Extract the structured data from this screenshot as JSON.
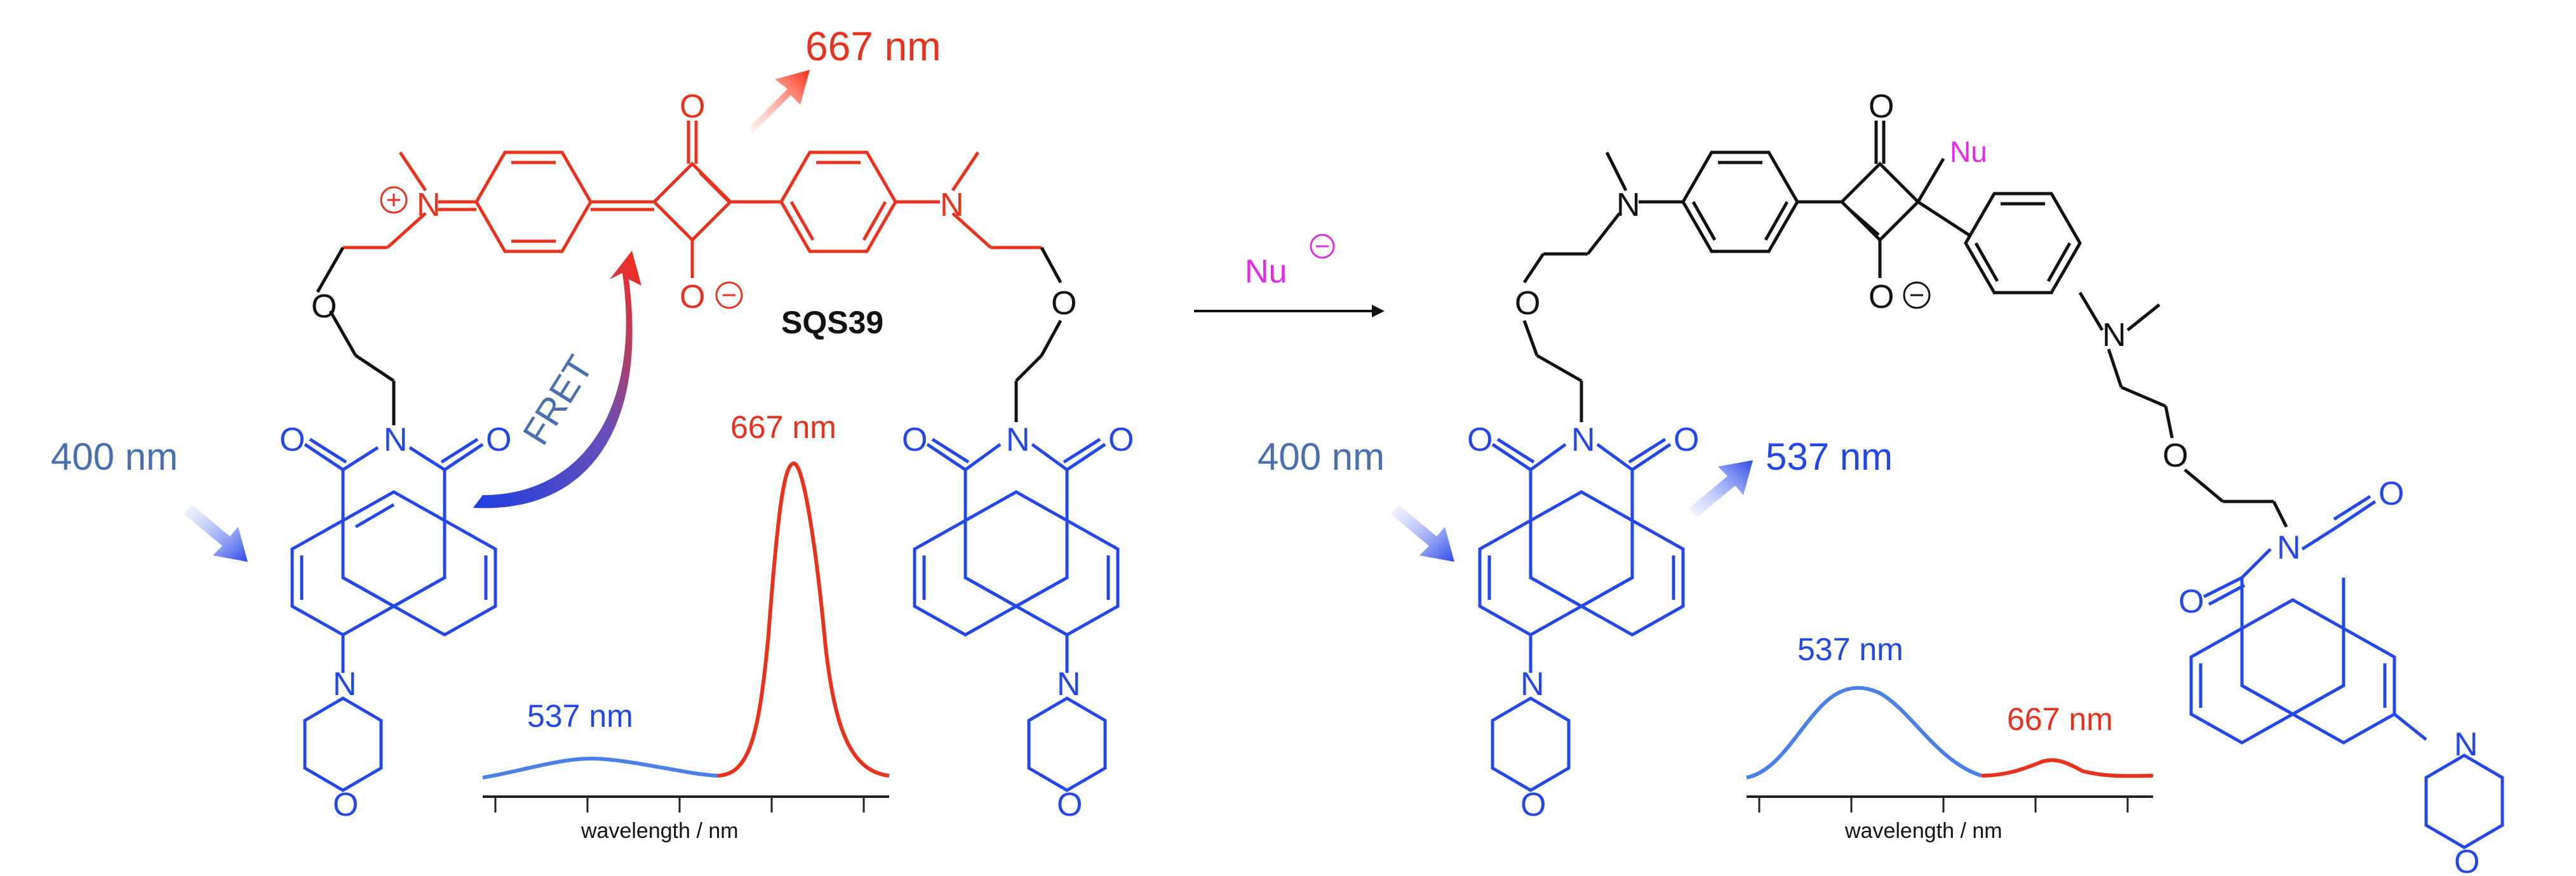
{
  "colors": {
    "blue": "#2448e8",
    "red": "#e8321e",
    "black": "#111111",
    "magenta": "#e02ce8",
    "steel_blue": "#4a6fb0"
  },
  "left": {
    "emission_top": "667 nm",
    "compound_name": "SQS39",
    "excitation": "400 nm",
    "fret_label": "FRET",
    "spectrum_blue_label": "537 nm",
    "spectrum_red_label": "667 nm",
    "spectrum_axis_label": "wavelength / nm"
  },
  "reaction": {
    "reagent": "Nu"
  },
  "right": {
    "excitation": "400 nm",
    "emission": "537 nm",
    "nu_label": "Nu",
    "spectrum_blue_label": "537 nm",
    "spectrum_red_label": "667 nm",
    "spectrum_axis_label": "wavelength / nm"
  },
  "atoms": {
    "O": "O",
    "N": "N"
  }
}
